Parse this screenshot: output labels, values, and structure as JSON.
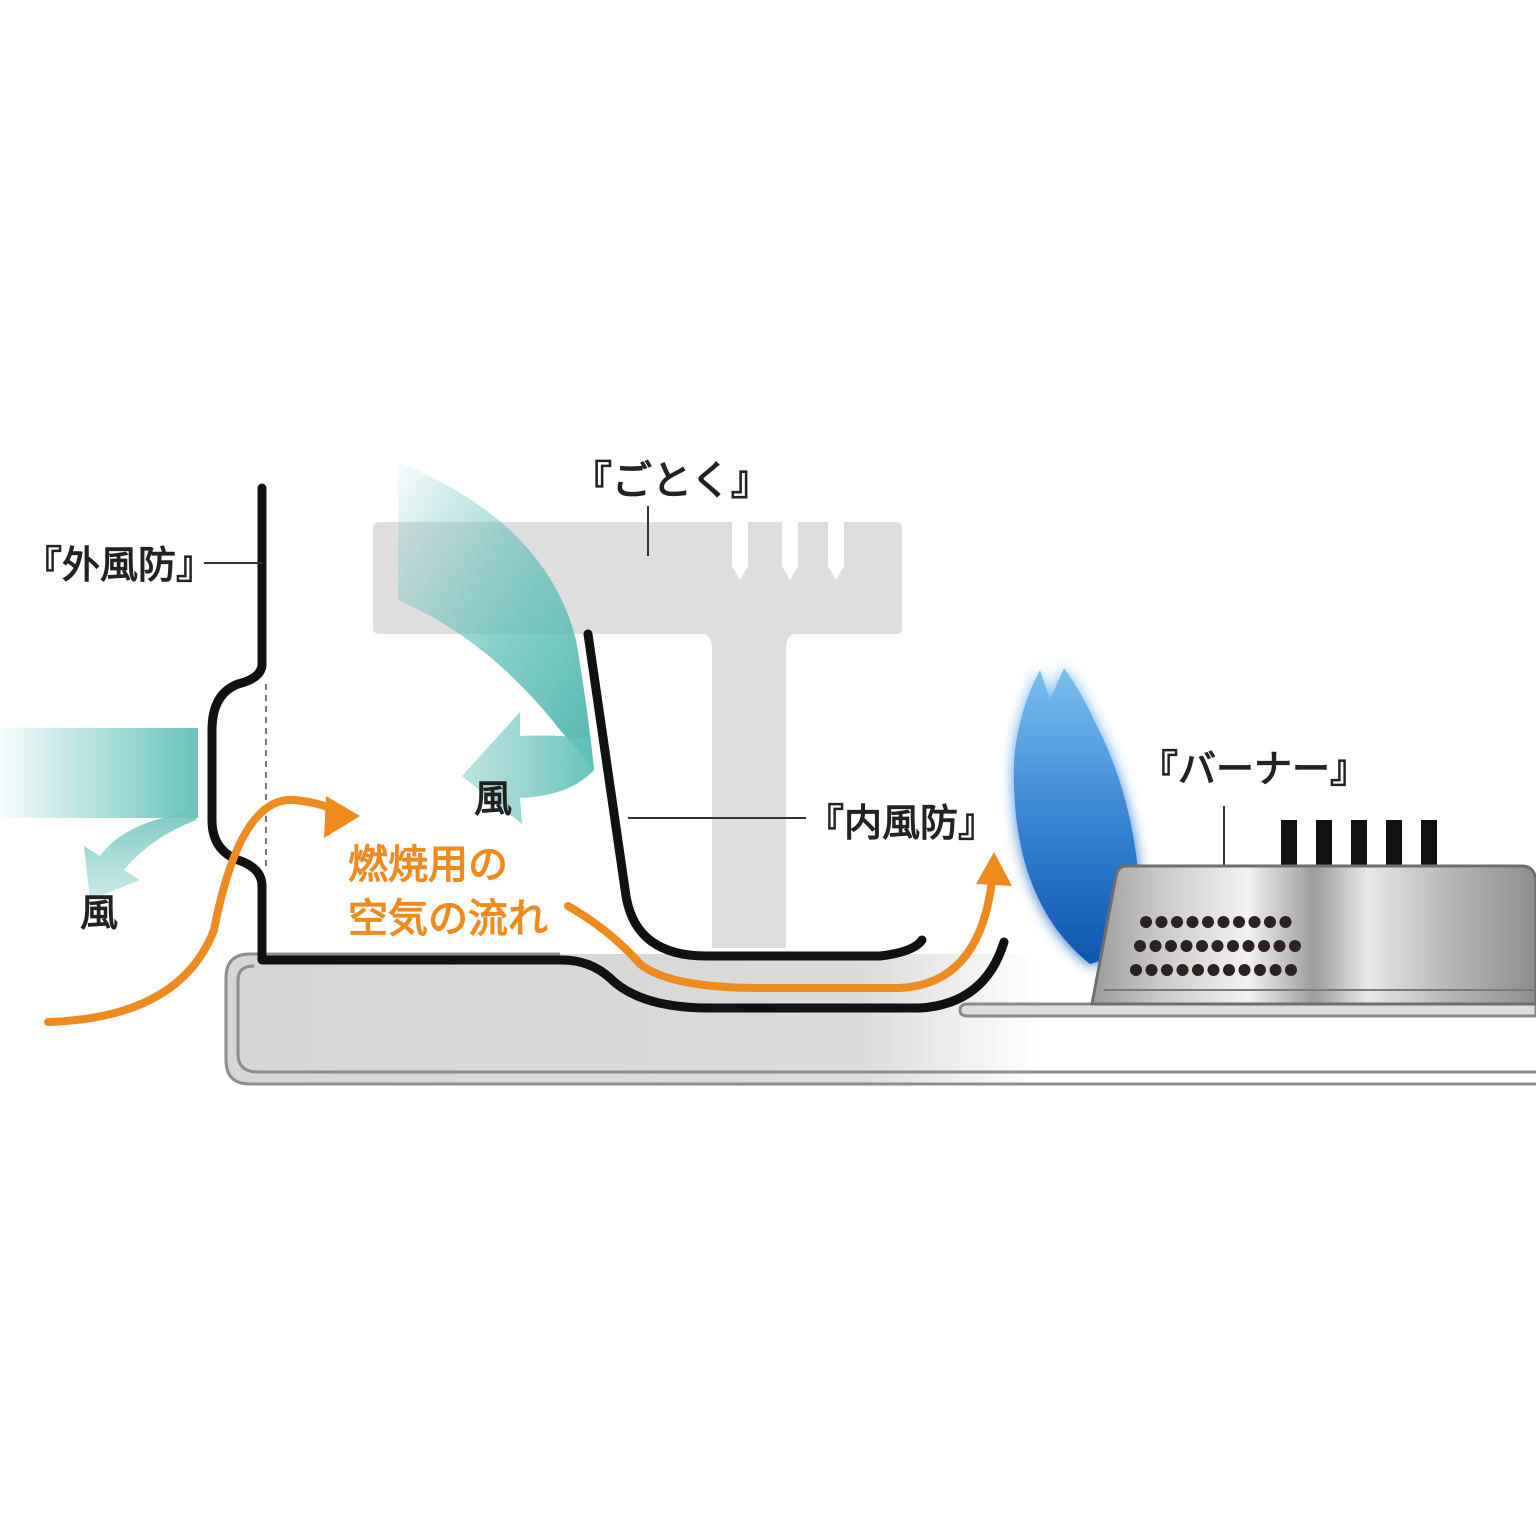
{
  "labels": {
    "outer_windshield": "『外風防』",
    "trivet": "『ごとく』",
    "inner_windshield": "『内風防』",
    "burner": "『バーナー』",
    "wind_left": "風",
    "wind_center": "風",
    "airflow_line1": "燃焼用の",
    "airflow_line2": "空気の流れ"
  },
  "colors": {
    "airflow": "#ef8a1e",
    "wind": "#5fc0b9",
    "outline": "#111111",
    "trivet": "#dedede",
    "flame": "#2f7fd0",
    "tray": "#d6d6d6"
  },
  "icons": {
    "wind_arrow": "curved-arrow-icon",
    "airflow_arrow": "curved-arrow-icon",
    "flame": "flame-icon"
  }
}
